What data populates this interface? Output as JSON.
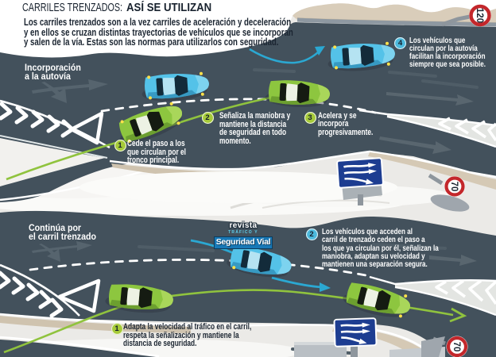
{
  "title": {
    "prefix": "CARRILES TRENZADOS:",
    "bold": "ASÍ SE UTILIZAN"
  },
  "intro": "Los carriles trenzados son a la vez carriles de aceleración y deceleración\ny en ellos se cruzan distintas trayectorias de vehículos que se incorporan\ny salen de la vía. Estas son las normas para utilizarlos con seguridad.",
  "scene1": {
    "label": "Incorporación\na la autovía",
    "steps": [
      {
        "num": "1",
        "text": "Cede el paso a los\nque circulan por el\ntronco principal."
      },
      {
        "num": "2",
        "text": "Señaliza la maniobra y\nmantiene la distancia\nde seguridad en todo\nmomento."
      },
      {
        "num": "3",
        "text": "Acelera y se\nincorpora\nprogresivamente."
      },
      {
        "num": "4",
        "text": "Los vehículos que\ncirculan por la autovía\nfacilitan la incorporación\nsiempre que sea posible."
      }
    ],
    "speed_sign_motorway": "120",
    "speed_sign_ramp": "70"
  },
  "scene2": {
    "label": "Continúa por\nel carril trenzado",
    "steps": [
      {
        "num": "2",
        "text": "Los vehículos que acceden al\ncarril de trenzado ceden el paso a\nlos que ya circulan por él, señalizan la\nmaniobra, adaptan su velocidad y\nmantienen una separación segura."
      },
      {
        "num": "1",
        "text": "Adapta la velocidad al tráfico en el carril,\nrespeta la señalización y mantiene la\ndistancia de seguridad."
      }
    ],
    "speed_sign_ramp": "70",
    "logo": {
      "top": "revista",
      "middle": "TRÁFICO Y",
      "main": "Seguridad Vial"
    }
  },
  "colors": {
    "road": "#43515c",
    "accent_green": "#a6ca39",
    "accent_cyan": "#4cb9dc",
    "navy": "#1b2531",
    "sign_blue": "#1d3d91",
    "sign_red": "#c3272b",
    "tan": "#d9cdba",
    "background": "#ebeae8"
  }
}
